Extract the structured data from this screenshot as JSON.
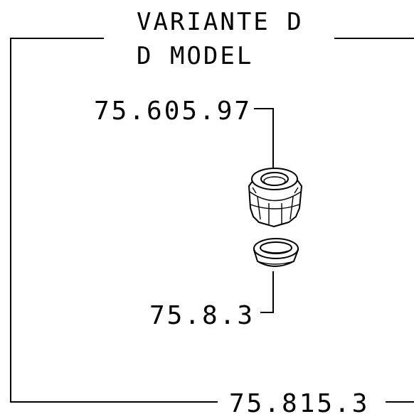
{
  "title": {
    "line1": "VARIANTE D",
    "line2": "D MODEL"
  },
  "callouts": {
    "nut_part_number": "75.605.97",
    "ring_part_number": "75.8.3",
    "assembly_part_number": "75.815.3"
  },
  "colors": {
    "ink": "#000000",
    "background": "#ffffff"
  }
}
